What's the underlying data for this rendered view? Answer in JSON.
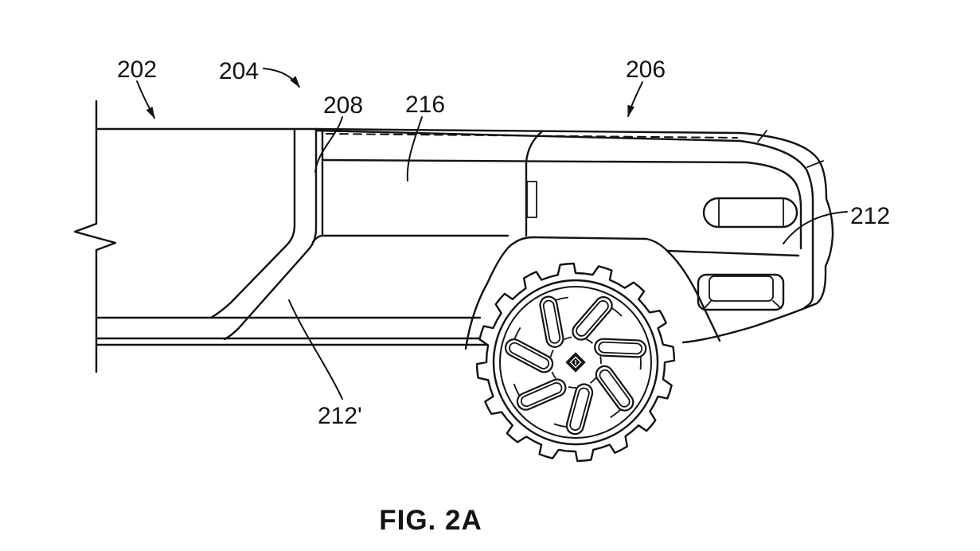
{
  "figure": {
    "caption": "FIG. 2A"
  },
  "reference_labels": {
    "l202": "202",
    "l204": "204",
    "l206": "206",
    "l208": "208",
    "l216": "216",
    "l212": "212",
    "l212_prime": "212'"
  },
  "drawing": {
    "ink_color": "#131313",
    "background_color": "#ffffff"
  }
}
